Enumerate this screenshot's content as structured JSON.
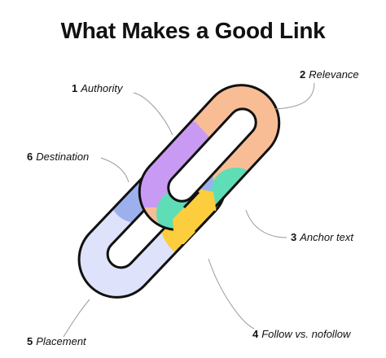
{
  "title": "What Makes a Good Link",
  "labels": [
    {
      "num": "1",
      "text": "Authority"
    },
    {
      "num": "2",
      "text": "Relevance"
    },
    {
      "num": "3",
      "text": "Anchor text"
    },
    {
      "num": "4",
      "text": "Follow vs. nofollow"
    },
    {
      "num": "5",
      "text": "Placement"
    },
    {
      "num": "6",
      "text": "Destination"
    }
  ],
  "colors": {
    "relevance": "#F9BD95",
    "authority": "#C99AF4",
    "anchor_text": "#5FDDB6",
    "follow_nofollow": "#FCCD3D",
    "placement": "#DEE2FA",
    "destination": "#9DB0EE",
    "outline": "#111111",
    "leader_line": "#9A9A9A"
  }
}
